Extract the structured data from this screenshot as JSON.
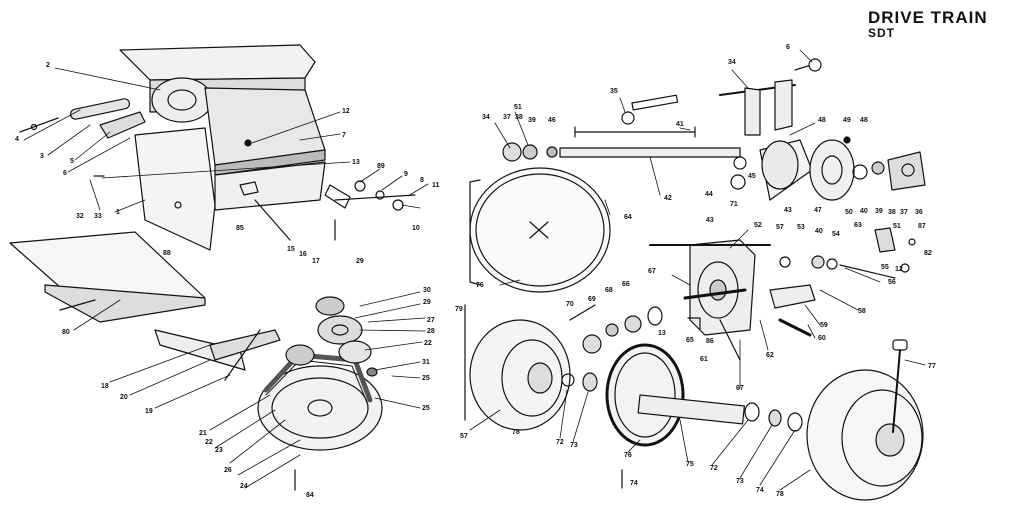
{
  "header": {
    "title": "DRIVE TRAIN",
    "subtitle": "SDT"
  },
  "callouts": {
    "c2": "2",
    "c4": "4",
    "c3": "3",
    "c5": "5",
    "c6": "6",
    "c12": "12",
    "c7": "7",
    "c13": "13",
    "c32": "32",
    "c33": "33",
    "c1": "1",
    "c89": "89",
    "c9": "9",
    "c8": "8",
    "c11": "11",
    "c10": "10",
    "c88": "88",
    "c85": "85",
    "c80": "80",
    "c15": "15",
    "c16": "16",
    "c17": "17",
    "c29a": "29",
    "c30": "30",
    "c29b": "29",
    "c27": "27",
    "c28": "28",
    "c22": "22",
    "c31": "31",
    "c25a": "25",
    "c25b": "25",
    "c18": "18",
    "c20": "20",
    "c19": "19",
    "c21": "21",
    "c22b": "22",
    "c23": "23",
    "c26": "26",
    "c24": "24",
    "c84": "84",
    "c34a": "34",
    "c37a": "37",
    "c38a": "38",
    "c39a": "39",
    "c51": "51",
    "c46a": "46",
    "c35": "35",
    "c41": "41",
    "c42": "42",
    "c34b": "34",
    "c48a": "48",
    "c49a": "49",
    "c48b": "48",
    "c6b": "6",
    "c44": "44",
    "c71": "71",
    "c45": "45",
    "c43a": "43",
    "c47": "47",
    "c50": "50",
    "c40a": "40",
    "c39b": "39",
    "c38b": "38",
    "c37b": "37",
    "c36": "36",
    "c64": "64",
    "c76": "76",
    "c43b": "43",
    "c52": "52",
    "c57": "57",
    "c53": "53",
    "c40b": "40",
    "c54": "54",
    "c63": "63",
    "c51b": "51",
    "c87": "87",
    "c82": "82",
    "c55": "55",
    "c12b": "12",
    "c56": "56",
    "c58": "58",
    "c67a": "67",
    "c68": "68",
    "c69": "69",
    "c66": "66",
    "c70": "70",
    "c65": "65",
    "c86": "86",
    "c13b": "13",
    "c59": "59",
    "c60": "60",
    "c61": "61",
    "c62": "62",
    "c67b": "67",
    "c79": "79",
    "c57b": "57",
    "c78a": "78",
    "c72a": "72",
    "c73a": "73",
    "c75": "75",
    "c76b": "76",
    "c74a": "74",
    "c77": "77",
    "c72b": "72",
    "c73b": "73",
    "c74b": "74",
    "c78b": "78"
  }
}
